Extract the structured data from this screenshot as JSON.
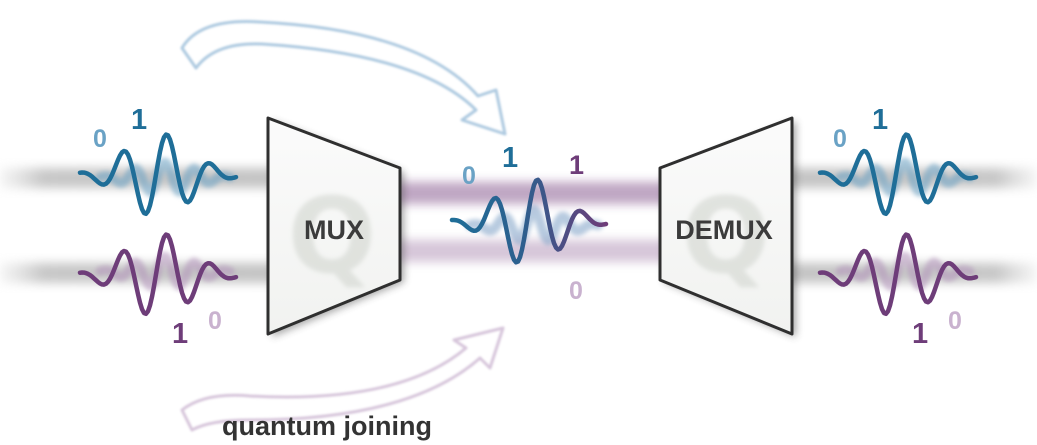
{
  "mux": {
    "label": "MUX",
    "symbol": "Q"
  },
  "demux": {
    "label": "DEMUX",
    "symbol": "Q"
  },
  "caption": "quantum joining",
  "inputs": {
    "top": {
      "label_a": "0",
      "label_b": "1"
    },
    "bottom": {
      "label_a": "1",
      "label_b": "0"
    }
  },
  "channel": {
    "label_top_a": "0",
    "label_top_b": "1",
    "label_top_c": "1",
    "label_bottom": "0"
  },
  "outputs": {
    "top": {
      "label_a": "0",
      "label_b": "1"
    },
    "bottom": {
      "label_a": "1",
      "label_b": "0"
    }
  },
  "colors": {
    "blue": "#1f6e98",
    "blue_light": "#6aa2c5",
    "blue_faint": "#93b8d6",
    "purple": "#6e3d79",
    "purple_light": "#9c76a6",
    "purple_faint": "#c9b2cf"
  }
}
